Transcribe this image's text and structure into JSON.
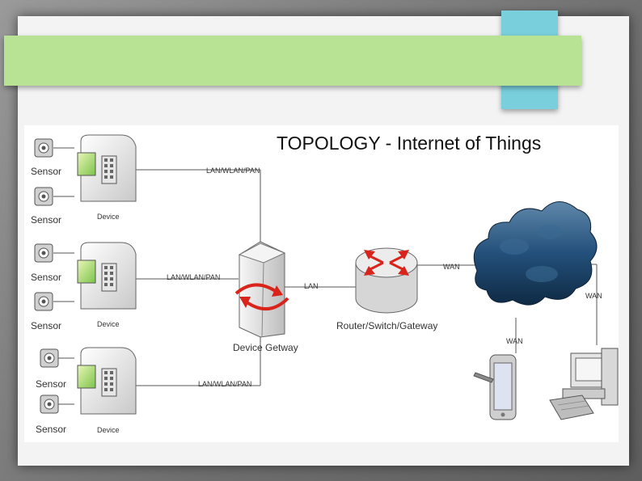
{
  "title": "TOPOLOGY - Internet of Things",
  "labels": {
    "sensor": "Sensor",
    "device": "Device",
    "link_top": "LAN/WLAN/PAN",
    "link_mid": "LAN/WLAN/PAN",
    "link_bottom": "LAN/WLAN/PAN",
    "lan": "LAN",
    "wan_router": "WAN",
    "wan_mobile": "WAN",
    "wan_pc": "WAN",
    "gateway": "Device Getway",
    "router": "Router/Switch/Gateway"
  },
  "colors": {
    "accent_green": "#b8e394",
    "accent_blue": "#79cfdc",
    "cloud": "#1f4e73",
    "arrows": "#d9241c"
  }
}
